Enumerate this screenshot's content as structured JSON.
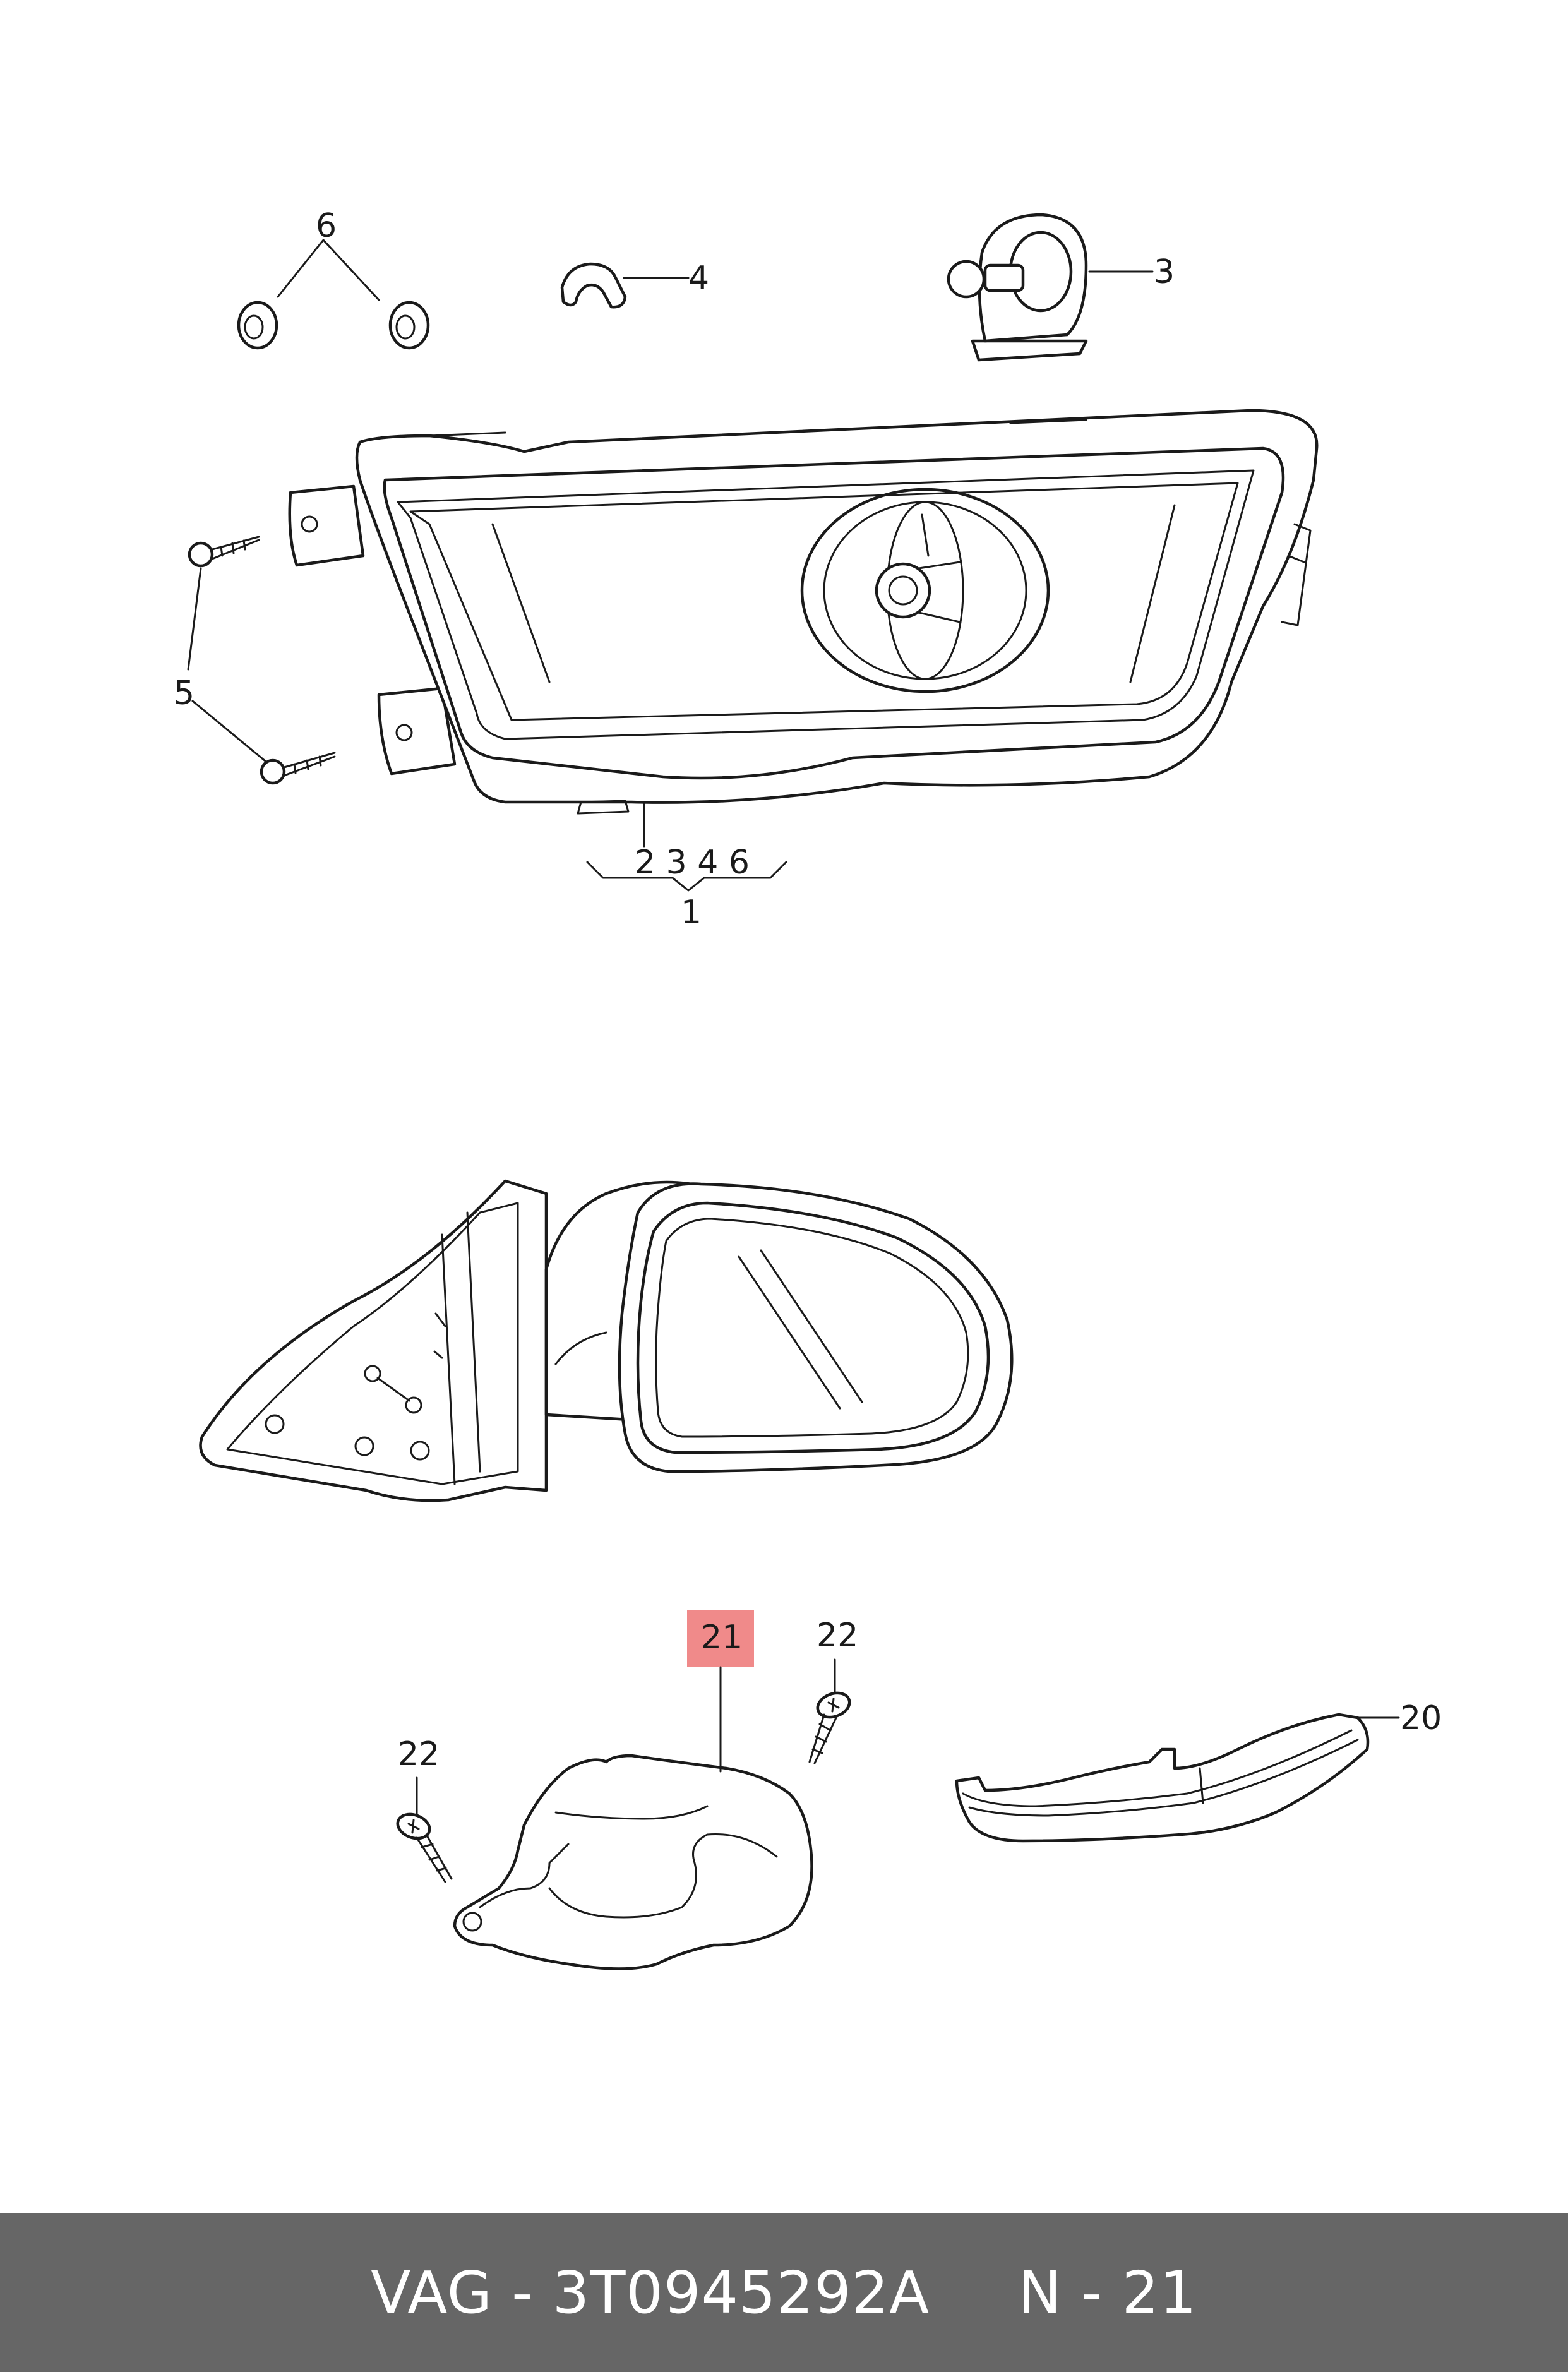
{
  "diagram": {
    "callouts": {
      "c6": "6",
      "c4": "4",
      "c3": "3",
      "c5": "5",
      "c_group": "2 3 4 6",
      "c1": "1",
      "c21": "21",
      "c22_top": "22",
      "c22_left": "22",
      "c20": "20"
    },
    "highlight_color": "#f08a8a"
  },
  "footer": {
    "part": "VAG - 3T0945292A",
    "ref": "N - 21",
    "background": "#666666"
  }
}
